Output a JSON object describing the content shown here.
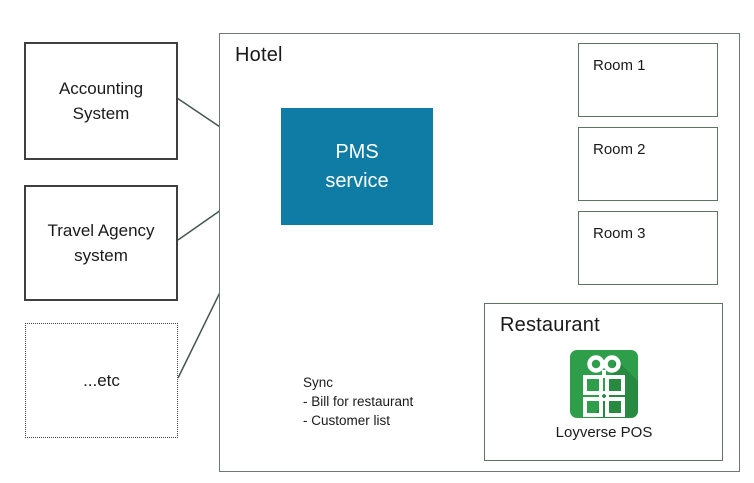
{
  "colors": {
    "pms_fill": "#0F7CA5",
    "connector": "#42594F",
    "hotel_border": "#6E7B74",
    "inner_border": "#5E7467",
    "external_border": "#3F3F3F",
    "loyverse_green": "#2E9E4B",
    "shadow": "rgba(0,0,0,0.12)"
  },
  "external_systems": [
    {
      "label": "Accounting System"
    },
    {
      "label": "Travel Agency system"
    },
    {
      "label": "...etc"
    }
  ],
  "hotel": {
    "label": "Hotel",
    "pms": {
      "line1": "PMS",
      "line2": "service"
    },
    "rooms": [
      {
        "label": "Room 1"
      },
      {
        "label": "Room 2"
      },
      {
        "label": "Room 3"
      }
    ],
    "restaurant": {
      "label": "Restaurant",
      "pos_label": "Loyverse POS"
    }
  },
  "sync_note": {
    "title": "Sync",
    "items": [
      "- Bill for restaurant",
      "- Customer list"
    ]
  }
}
